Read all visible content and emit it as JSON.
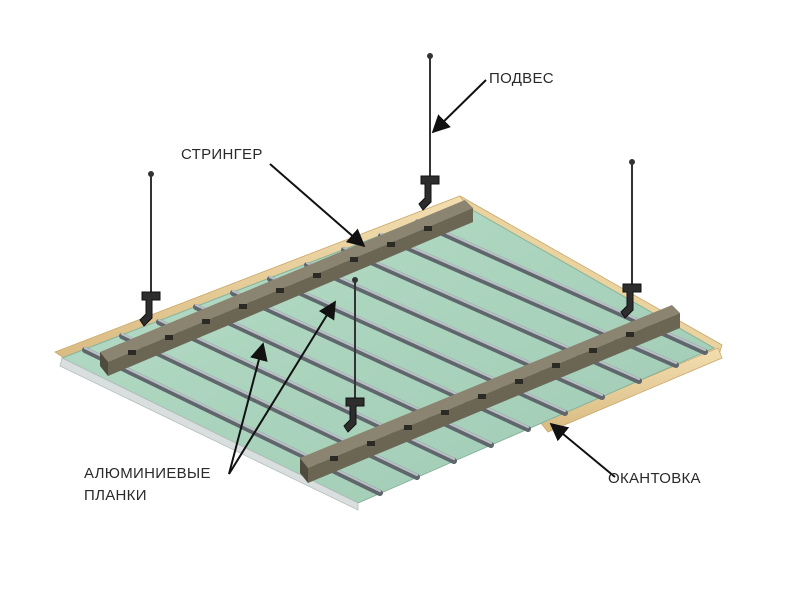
{
  "labels": {
    "podves": "ПОДВЕС",
    "stringer": "СТРИНГЕР",
    "okantovka": "ОКАНТОВКА",
    "planki_line1": "АЛЮМИНИЕВЫЕ",
    "planki_line2": "ПЛАНКИ"
  },
  "colors": {
    "panel": "#a9d3bd",
    "slat": "#8d949b",
    "stringer": "#6b6654",
    "edge_trim": "#e8cf9c",
    "hanger": "#333333",
    "leader": "#111111"
  },
  "icons": [
    "hanger-clip-icon",
    "arrow-icon"
  ]
}
